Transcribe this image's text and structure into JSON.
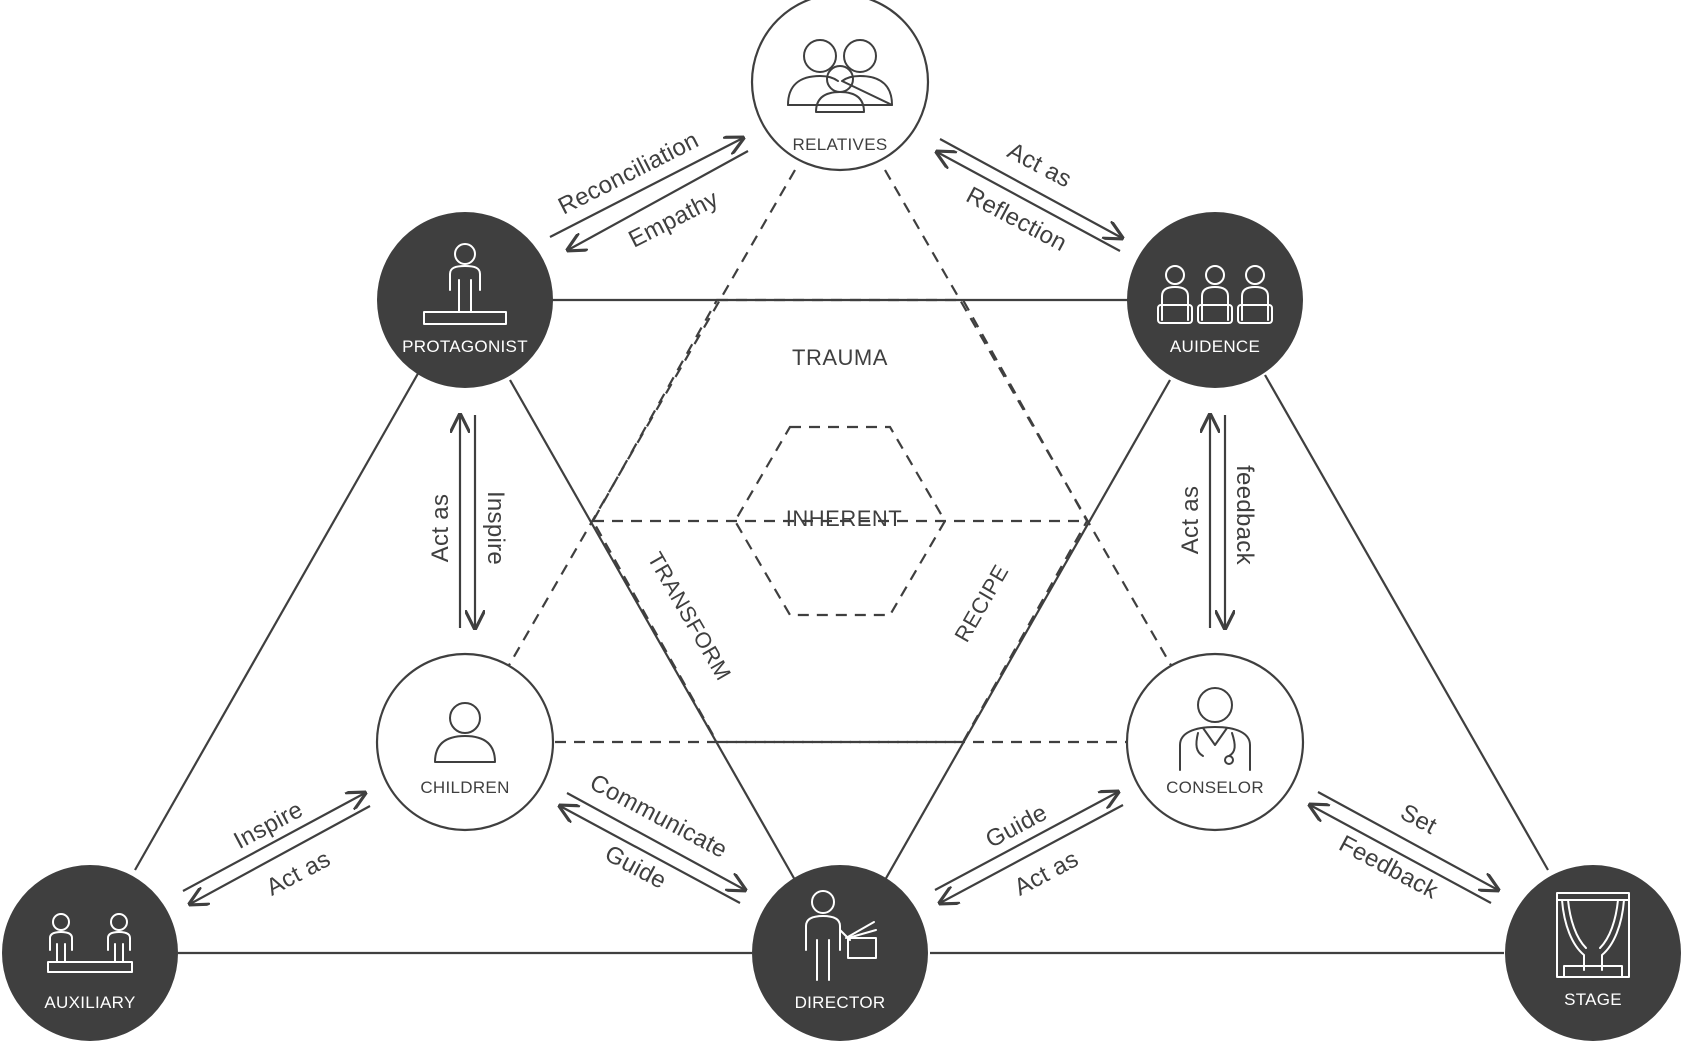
{
  "nodes": {
    "relatives": "RELATIVES",
    "protagonist": "PROTAGONIST",
    "audience": "AUIDENCE",
    "children": "CHILDREN",
    "conselor": "CONSELOR",
    "auxiliary": "AUXILIARY",
    "director": "DIRECTOR",
    "stage": "STAGE"
  },
  "zones": {
    "trauma": "TRAUMA",
    "inherent": "INHERENT",
    "transform": "TRANSFORM",
    "recipe": "RECIPE"
  },
  "relations": {
    "reconciliation": "Reconciliation",
    "empathy": "Empathy",
    "act_as_relatives_audience": "Act as",
    "reflection": "Reflection",
    "act_as_protagonist_children": "Act as",
    "inspire_protagonist_children": "Inspire",
    "act_as_audience_conselor": "Act as",
    "feedback_audience_conselor": "feedback",
    "inspire_auxiliary_children": "Inspire",
    "act_as_auxiliary_children": "Act as",
    "communicate": "Communicate",
    "guide_children_director": "Guide",
    "guide_director_conselor": "Guide",
    "act_as_director_conselor": "Act as",
    "set": "Set",
    "feedback_conselor_stage": "Feedback"
  },
  "colors": {
    "dark_node": "#3f3f3f",
    "line": "#3f3f3f",
    "background": "#ffffff"
  }
}
